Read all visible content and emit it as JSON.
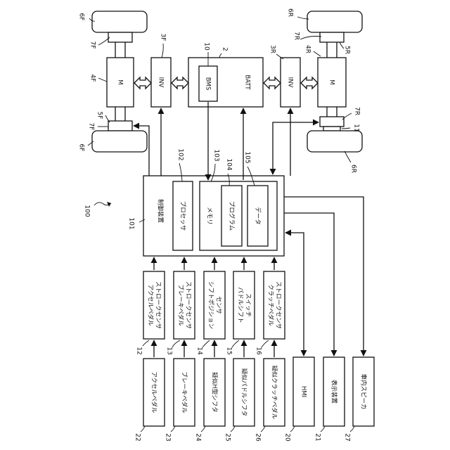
{
  "refs": {
    "r100": "100",
    "r101": "101",
    "r102": "102",
    "r103": "103",
    "r104": "104",
    "r105": "105",
    "r2": "2",
    "r10": "10",
    "r11": "11",
    "r3F": "3F",
    "r3R": "3R",
    "r4F": "4F",
    "r4R": "4R",
    "r5F": "5F",
    "r5R": "5R",
    "r6F_top": "6F",
    "r6F_bot": "6F",
    "r6R_top": "6R",
    "r6R_bot": "6R",
    "r7F_top": "7F",
    "r7F_bot": "7F",
    "r7R_top": "7R",
    "r7R_bot": "7R",
    "r12": "12",
    "r13": "13",
    "r14": "14",
    "r15": "15",
    "r16": "16",
    "r20": "20",
    "r21": "21",
    "r22": "22",
    "r23": "23",
    "r24": "24",
    "r25": "25",
    "r26": "26",
    "r27": "27"
  },
  "labels": {
    "motor_front": "M",
    "motor_rear": "M",
    "inverter_front": "INV",
    "inverter_rear": "INV",
    "battery": "BATT",
    "bms": "BMS",
    "controller": "制御装置",
    "processor": "プロセッサ",
    "memory": "メモリ",
    "program": "プログラム",
    "data": "データ",
    "accel_sensor_1": "アクセルペダル",
    "accel_sensor_2": "ストロークセンサ",
    "brake_sensor_1": "ブレーキペダル",
    "brake_sensor_2": "ストロークセンサ",
    "shift_sensor_1": "シフトポジション",
    "shift_sensor_2": "センサ",
    "paddle_switch_1": "パドルシフト",
    "paddle_switch_2": "スイッチ",
    "clutch_sensor_1": "クラッチペダル",
    "clutch_sensor_2": "ストロークセンサ",
    "accel_pedal": "アクセルペダル",
    "brake_pedal": "ブレーキペダル",
    "pseudo_h_shifter": "疑似H型シフタ",
    "pseudo_paddle_shifter": "疑似パドルシフタ",
    "pseudo_clutch_pedal": "疑似クラッチペダル",
    "hmi": "HMI",
    "display": "表示装置",
    "speaker": "車内スピーカ"
  }
}
